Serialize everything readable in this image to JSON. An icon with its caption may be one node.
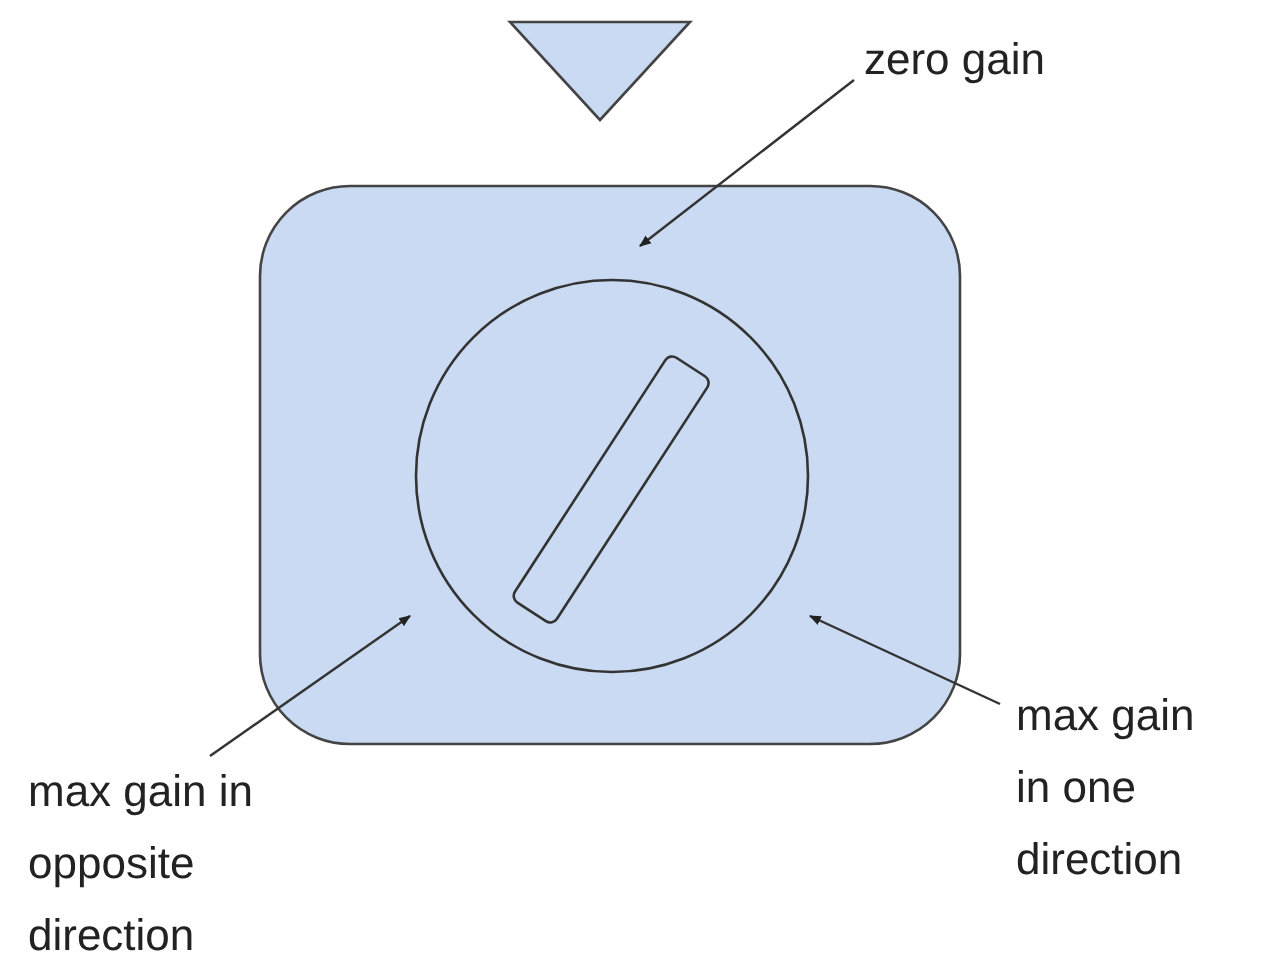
{
  "diagram": {
    "nodes": [
      {
        "text": [
          "zero gain"
        ]
      },
      {
        "text": [
          "max gain in opposite direction"
        ]
      },
      {
        "text": [
          "max gain in one direction"
        ]
      }
    ],
    "edges": [
      {
        "from": 0,
        "to": null,
        "arrow": "to"
      },
      {
        "from": 1,
        "to": null,
        "arrow": "to"
      },
      {
        "from": 2,
        "to": null,
        "arrow": "to"
      }
    ]
  }
}
